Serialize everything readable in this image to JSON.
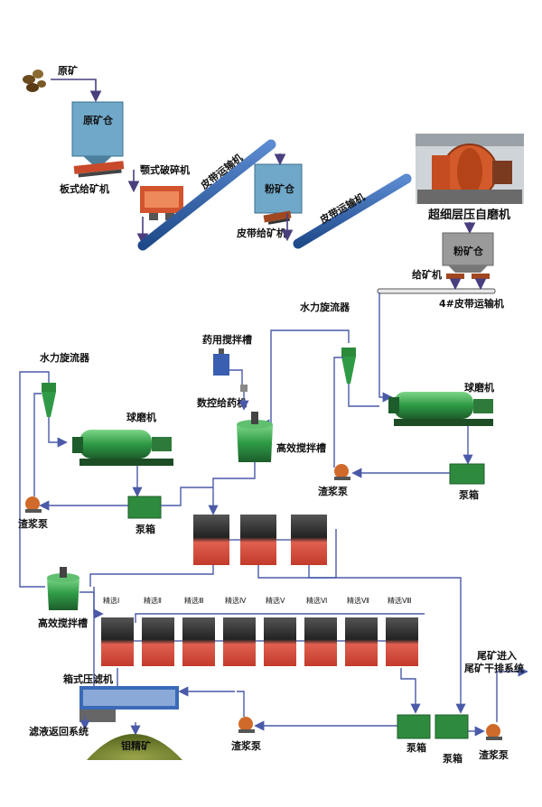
{
  "labels": {
    "raw_ore": "原矿",
    "raw_ore_bin": "原矿仓",
    "plate_feeder": "板式给矿机",
    "jaw_crusher": "颚式破碎机",
    "belt_conveyor_1": "皮带运输机",
    "powder_bin_1": "粉矿仓",
    "belt_feeder": "皮带给矿机",
    "belt_conveyor_2": "皮带运输机",
    "ag_mill": "超细层压自磨机",
    "powder_bin_2": "粉矿仓",
    "feeder": "给矿机",
    "belt_conveyor_4": "4#皮带运输机",
    "hydrocyclone_right": "水力旋流器",
    "reagent_tank": "药用搅拌槽",
    "cnc_dosing": "数控给药机",
    "ball_mill_right": "球磨机",
    "hydrocyclone_left": "水力旋流器",
    "ball_mill_left": "球磨机",
    "hi_eff_tank_1": "高效搅拌槽",
    "slurry_pump_1": "渣浆泵",
    "pump_box_1": "泵箱",
    "slurry_pump_2": "渣浆泵",
    "pump_box_2": "泵箱",
    "hi_eff_tank_2": "高效搅拌槽",
    "box_filter_press": "箱式压滤机",
    "filtrate_return": "滤液返回系统",
    "mo_concentrate": "钼精矿",
    "slurry_pump_3": "渣浆泵",
    "pump_box_3": "泵箱",
    "pump_box_4": "泵箱",
    "slurry_pump_4": "渣浆泵",
    "tailings_1": "尾矿进入",
    "tailings_2": "尾矿干排系统"
  },
  "cleaning_stages": [
    "精选Ⅰ",
    "精选Ⅱ",
    "精选Ⅲ",
    "精选Ⅳ",
    "精选Ⅴ",
    "精选Ⅵ",
    "精选Ⅶ",
    "精选Ⅷ"
  ],
  "colors": {
    "bin": "#6fa8c8",
    "bin_gray": "#9a9a9a",
    "mill_green": "#2e8b3e",
    "belt_blue": "#2f63b0",
    "flotation_red": "#d24a3a",
    "flow_line": "#4a5aa8",
    "concentrate": "#7c8a3a"
  }
}
